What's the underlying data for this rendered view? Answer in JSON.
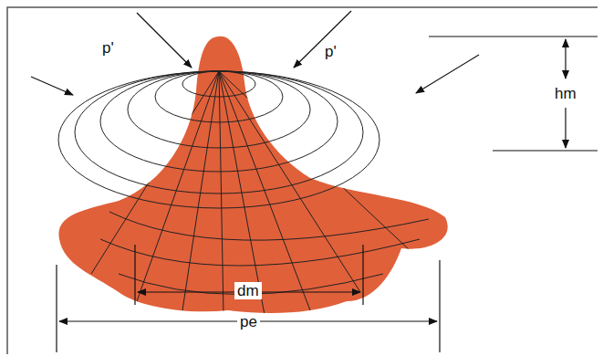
{
  "diagram": {
    "labels": [
      "p'",
      "p'",
      "hm",
      "dm",
      "pe"
    ]
  }
}
